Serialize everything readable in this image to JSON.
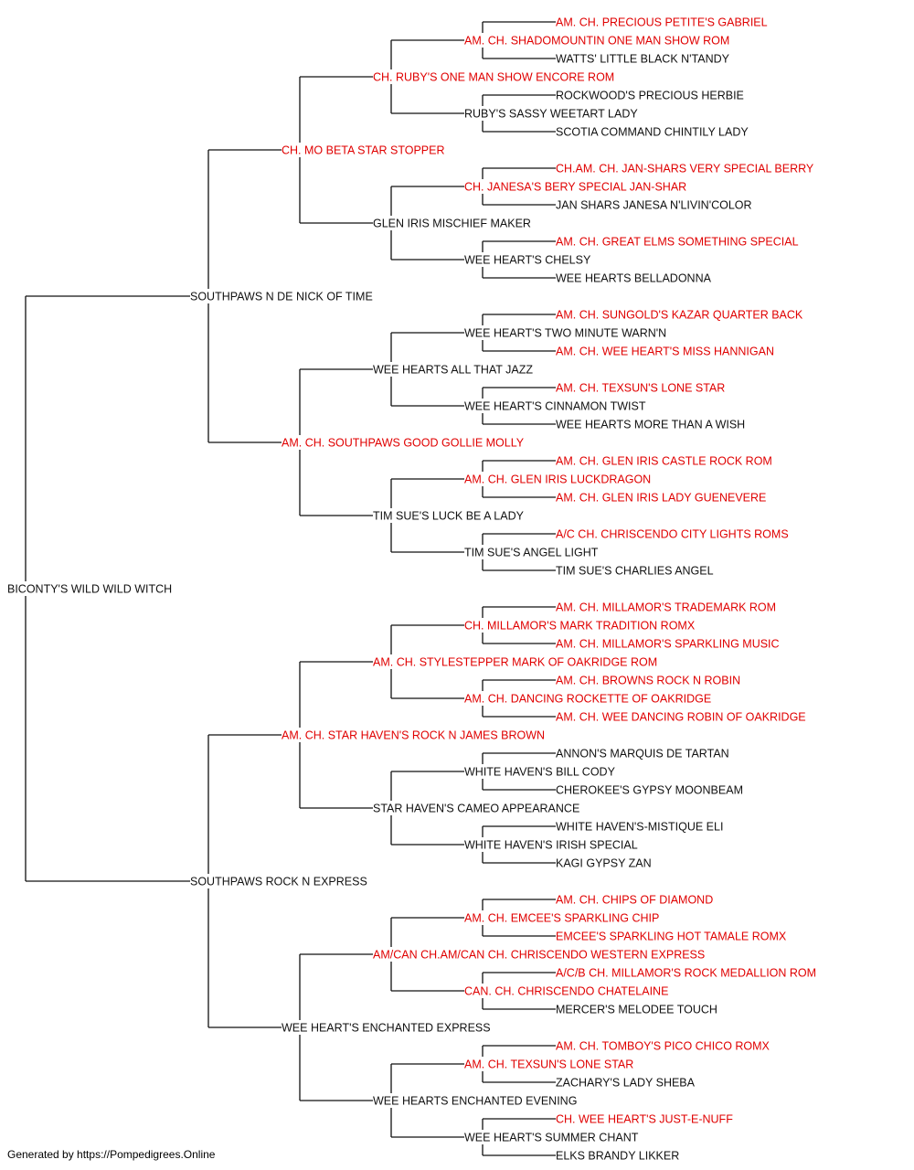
{
  "colors": {
    "champion": "#e00000",
    "normal": "#111111",
    "line": "#111111"
  },
  "pedigree": {
    "name": "BICONTY'S WILD WILD WITCH",
    "champion": false,
    "parents": [
      {
        "name": "SOUTHPAWS N DE NICK OF TIME",
        "champion": false,
        "parents": [
          {
            "name": "CH. MO BETA STAR STOPPER",
            "champion": true,
            "parents": [
              {
                "name": "CH. RUBY'S ONE MAN SHOW ENCORE ROM",
                "champion": true,
                "parents": [
                  {
                    "name": "AM. CH. SHADOMOUNTIN ONE MAN SHOW ROM",
                    "champion": true,
                    "parents": [
                      {
                        "name": "AM. CH. PRECIOUS PETITE'S GABRIEL",
                        "champion": true
                      },
                      {
                        "name": "WATTS' LITTLE BLACK N'TANDY",
                        "champion": false
                      }
                    ]
                  },
                  {
                    "name": "RUBY'S SASSY WEETART LADY",
                    "champion": false,
                    "parents": [
                      {
                        "name": "ROCKWOOD'S PRECIOUS HERBIE",
                        "champion": false
                      },
                      {
                        "name": "SCOTIA COMMAND CHINTILY LADY",
                        "champion": false
                      }
                    ]
                  }
                ]
              },
              {
                "name": "GLEN IRIS MISCHIEF MAKER",
                "champion": false,
                "parents": [
                  {
                    "name": "CH. JANESA'S BERY SPECIAL JAN-SHAR",
                    "champion": true,
                    "parents": [
                      {
                        "name": "CH.AM. CH. JAN-SHARS VERY SPECIAL BERRY",
                        "champion": true
                      },
                      {
                        "name": "JAN SHARS JANESA N'LIVIN'COLOR",
                        "champion": false
                      }
                    ]
                  },
                  {
                    "name": "WEE HEART'S CHELSY",
                    "champion": false,
                    "parents": [
                      {
                        "name": "AM. CH. GREAT ELMS SOMETHING SPECIAL",
                        "champion": true
                      },
                      {
                        "name": "WEE HEARTS BELLADONNA",
                        "champion": false
                      }
                    ]
                  }
                ]
              }
            ]
          },
          {
            "name": "AM. CH. SOUTHPAWS GOOD GOLLIE MOLLY",
            "champion": true,
            "parents": [
              {
                "name": "WEE HEARTS ALL THAT JAZZ",
                "champion": false,
                "parents": [
                  {
                    "name": "WEE HEART'S TWO MINUTE WARN'N",
                    "champion": false,
                    "parents": [
                      {
                        "name": "AM. CH. SUNGOLD'S KAZAR QUARTER BACK",
                        "champion": true
                      },
                      {
                        "name": "AM. CH. WEE HEART'S MISS HANNIGAN",
                        "champion": true
                      }
                    ]
                  },
                  {
                    "name": "WEE HEART'S CINNAMON TWIST",
                    "champion": false,
                    "parents": [
                      {
                        "name": "AM. CH. TEXSUN'S LONE STAR",
                        "champion": true
                      },
                      {
                        "name": "WEE HEARTS MORE THAN A WISH",
                        "champion": false
                      }
                    ]
                  }
                ]
              },
              {
                "name": "TIM SUE'S LUCK BE A LADY",
                "champion": false,
                "parents": [
                  {
                    "name": "AM. CH. GLEN IRIS LUCKDRAGON",
                    "champion": true,
                    "parents": [
                      {
                        "name": "AM. CH. GLEN IRIS CASTLE ROCK ROM",
                        "champion": true
                      },
                      {
                        "name": "AM. CH. GLEN IRIS LADY GUENEVERE",
                        "champion": true
                      }
                    ]
                  },
                  {
                    "name": "TIM SUE'S ANGEL LIGHT",
                    "champion": false,
                    "parents": [
                      {
                        "name": "A/C CH. CHRISCENDO CITY LIGHTS ROMS",
                        "champion": true
                      },
                      {
                        "name": "TIM SUE'S CHARLIES ANGEL",
                        "champion": false
                      }
                    ]
                  }
                ]
              }
            ]
          }
        ]
      },
      {
        "name": "SOUTHPAWS ROCK N EXPRESS",
        "champion": false,
        "parents": [
          {
            "name": "AM. CH. STAR HAVEN'S ROCK N JAMES BROWN",
            "champion": true,
            "parents": [
              {
                "name": "AM. CH. STYLESTEPPER MARK OF OAKRIDGE ROM",
                "champion": true,
                "parents": [
                  {
                    "name": "CH. MILLAMOR'S MARK TRADITION ROMX",
                    "champion": true,
                    "parents": [
                      {
                        "name": "AM. CH. MILLAMOR'S TRADEMARK ROM",
                        "champion": true
                      },
                      {
                        "name": "AM. CH. MILLAMOR'S SPARKLING MUSIC",
                        "champion": true
                      }
                    ]
                  },
                  {
                    "name": "AM. CH. DANCING ROCKETTE OF OAKRIDGE",
                    "champion": true,
                    "parents": [
                      {
                        "name": "AM. CH. BROWNS ROCK N ROBIN",
                        "champion": true
                      },
                      {
                        "name": "AM. CH. WEE DANCING ROBIN OF OAKRIDGE",
                        "champion": true
                      }
                    ]
                  }
                ]
              },
              {
                "name": "STAR HAVEN'S CAMEO APPEARANCE",
                "champion": false,
                "parents": [
                  {
                    "name": "WHITE HAVEN'S BILL CODY",
                    "champion": false,
                    "parents": [
                      {
                        "name": "ANNON'S MARQUIS DE TARTAN",
                        "champion": false
                      },
                      {
                        "name": "CHEROKEE'S GYPSY MOONBEAM",
                        "champion": false
                      }
                    ]
                  },
                  {
                    "name": "WHITE HAVEN'S IRISH SPECIAL",
                    "champion": false,
                    "parents": [
                      {
                        "name": "WHITE HAVEN'S-MISTIQUE ELI",
                        "champion": false
                      },
                      {
                        "name": "KAGI GYPSY ZAN",
                        "champion": false
                      }
                    ]
                  }
                ]
              }
            ]
          },
          {
            "name": "WEE HEART'S ENCHANTED EXPRESS",
            "champion": false,
            "parents": [
              {
                "name": "AM/CAN CH.AM/CAN CH. CHRISCENDO WESTERN EXPRESS",
                "champion": true,
                "parents": [
                  {
                    "name": "AM. CH. EMCEE'S SPARKLING CHIP",
                    "champion": true,
                    "parents": [
                      {
                        "name": "AM. CH. CHIPS OF DIAMOND",
                        "champion": true
                      },
                      {
                        "name": "EMCEE'S SPARKLING HOT TAMALE ROMX",
                        "champion": true
                      }
                    ]
                  },
                  {
                    "name": "CAN. CH. CHRISCENDO CHATELAINE",
                    "champion": true,
                    "parents": [
                      {
                        "name": "A/C/B CH. MILLAMOR'S ROCK MEDALLION ROM",
                        "champion": true
                      },
                      {
                        "name": "MERCER'S MELODEE TOUCH",
                        "champion": false
                      }
                    ]
                  }
                ]
              },
              {
                "name": "WEE HEARTS ENCHANTED EVENING",
                "champion": false,
                "parents": [
                  {
                    "name": "AM. CH. TEXSUN'S LONE STAR",
                    "champion": true,
                    "parents": [
                      {
                        "name": "AM. CH. TOMBOY'S PICO CHICO ROMX",
                        "champion": true
                      },
                      {
                        "name": "ZACHARY'S LADY SHEBA",
                        "champion": false
                      }
                    ]
                  },
                  {
                    "name": "WEE HEART'S SUMMER CHANT",
                    "champion": false,
                    "parents": [
                      {
                        "name": "CH. WEE HEART'S JUST-E-NUFF",
                        "champion": true
                      },
                      {
                        "name": "ELKS BRANDY LIKKER",
                        "champion": false
                      }
                    ]
                  }
                ]
              }
            ]
          }
        ]
      }
    ]
  },
  "footer": {
    "text": "Generated by https://Pompedigrees.Online"
  }
}
